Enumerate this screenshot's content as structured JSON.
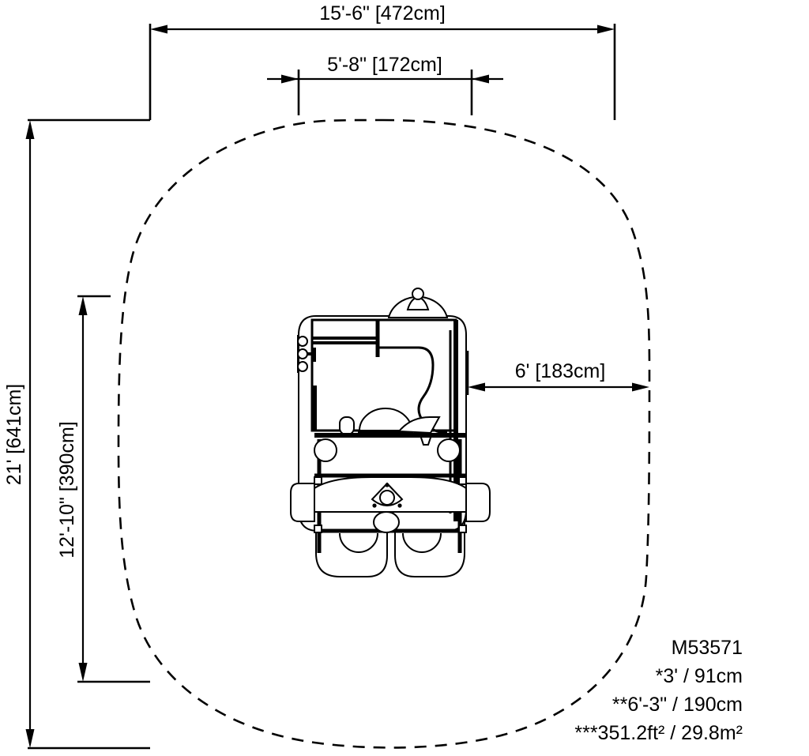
{
  "drawing": {
    "title_code": "M53571",
    "dimensions": {
      "overall_width": "15'-6\" [472cm]",
      "equipment_width": "5'-8\" [172cm]",
      "overall_height": "21' [641cm]",
      "equipment_height": "12'-10\" [390cm]",
      "safety_zone_offset": "6' [183cm]"
    },
    "notes": {
      "line1": "M53571",
      "line2": "*3' / 91cm",
      "line3": "**6'-3\" / 190cm",
      "line4": "***351.2ft² / 29.8m²"
    },
    "colors": {
      "line": "#000000",
      "background": "#ffffff"
    }
  }
}
